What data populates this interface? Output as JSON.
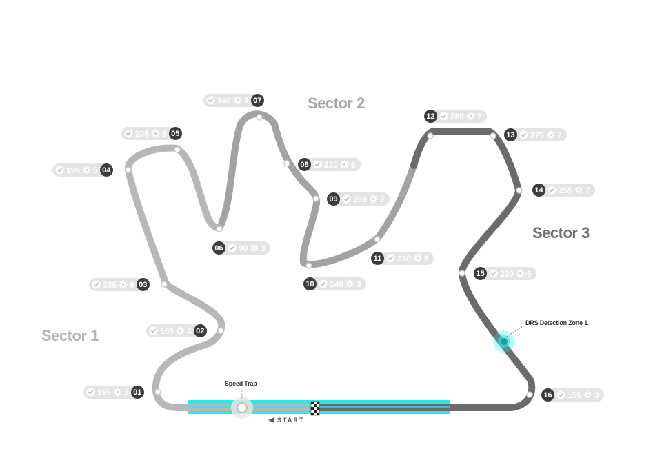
{
  "sectors": [
    {
      "label": "Sector 1",
      "color": "#b3b3b3"
    },
    {
      "label": "Sector 2",
      "color": "#a0a0a0"
    },
    {
      "label": "Sector 3",
      "color": "#6e6e6e"
    }
  ],
  "colors": {
    "sector1_track": "#b7b7b7",
    "sector2_track": "#a3a3a3",
    "sector3_track": "#6b6b6b",
    "drs_zone": "#2ee6e6",
    "marker_dark": "#3c3c3c",
    "pill_bg": "#e2e2e2"
  },
  "icons": {
    "speed": "speedometer-check-icon",
    "gear": "gear-icon"
  },
  "corners": [
    {
      "num": "01",
      "speed": "155",
      "gear": "3"
    },
    {
      "num": "02",
      "speed": "165",
      "gear": "4"
    },
    {
      "num": "03",
      "speed": "235",
      "gear": "6"
    },
    {
      "num": "04",
      "speed": "190",
      "gear": "5"
    },
    {
      "num": "05",
      "speed": "205",
      "gear": "5"
    },
    {
      "num": "06",
      "speed": "90",
      "gear": "3"
    },
    {
      "num": "07",
      "speed": "140",
      "gear": "3"
    },
    {
      "num": "08",
      "speed": "220",
      "gear": "6"
    },
    {
      "num": "09",
      "speed": "250",
      "gear": "7"
    },
    {
      "num": "10",
      "speed": "140",
      "gear": "3"
    },
    {
      "num": "11",
      "speed": "230",
      "gear": "6"
    },
    {
      "num": "12",
      "speed": "285",
      "gear": "7"
    },
    {
      "num": "13",
      "speed": "275",
      "gear": "7"
    },
    {
      "num": "14",
      "speed": "255",
      "gear": "7"
    },
    {
      "num": "15",
      "speed": "230",
      "gear": "6"
    },
    {
      "num": "16",
      "speed": "155",
      "gear": "3"
    }
  ],
  "annotations": {
    "speed_trap": "Speed Trap",
    "drs_detection": "DRS Detection Zone 1",
    "start": "START"
  }
}
